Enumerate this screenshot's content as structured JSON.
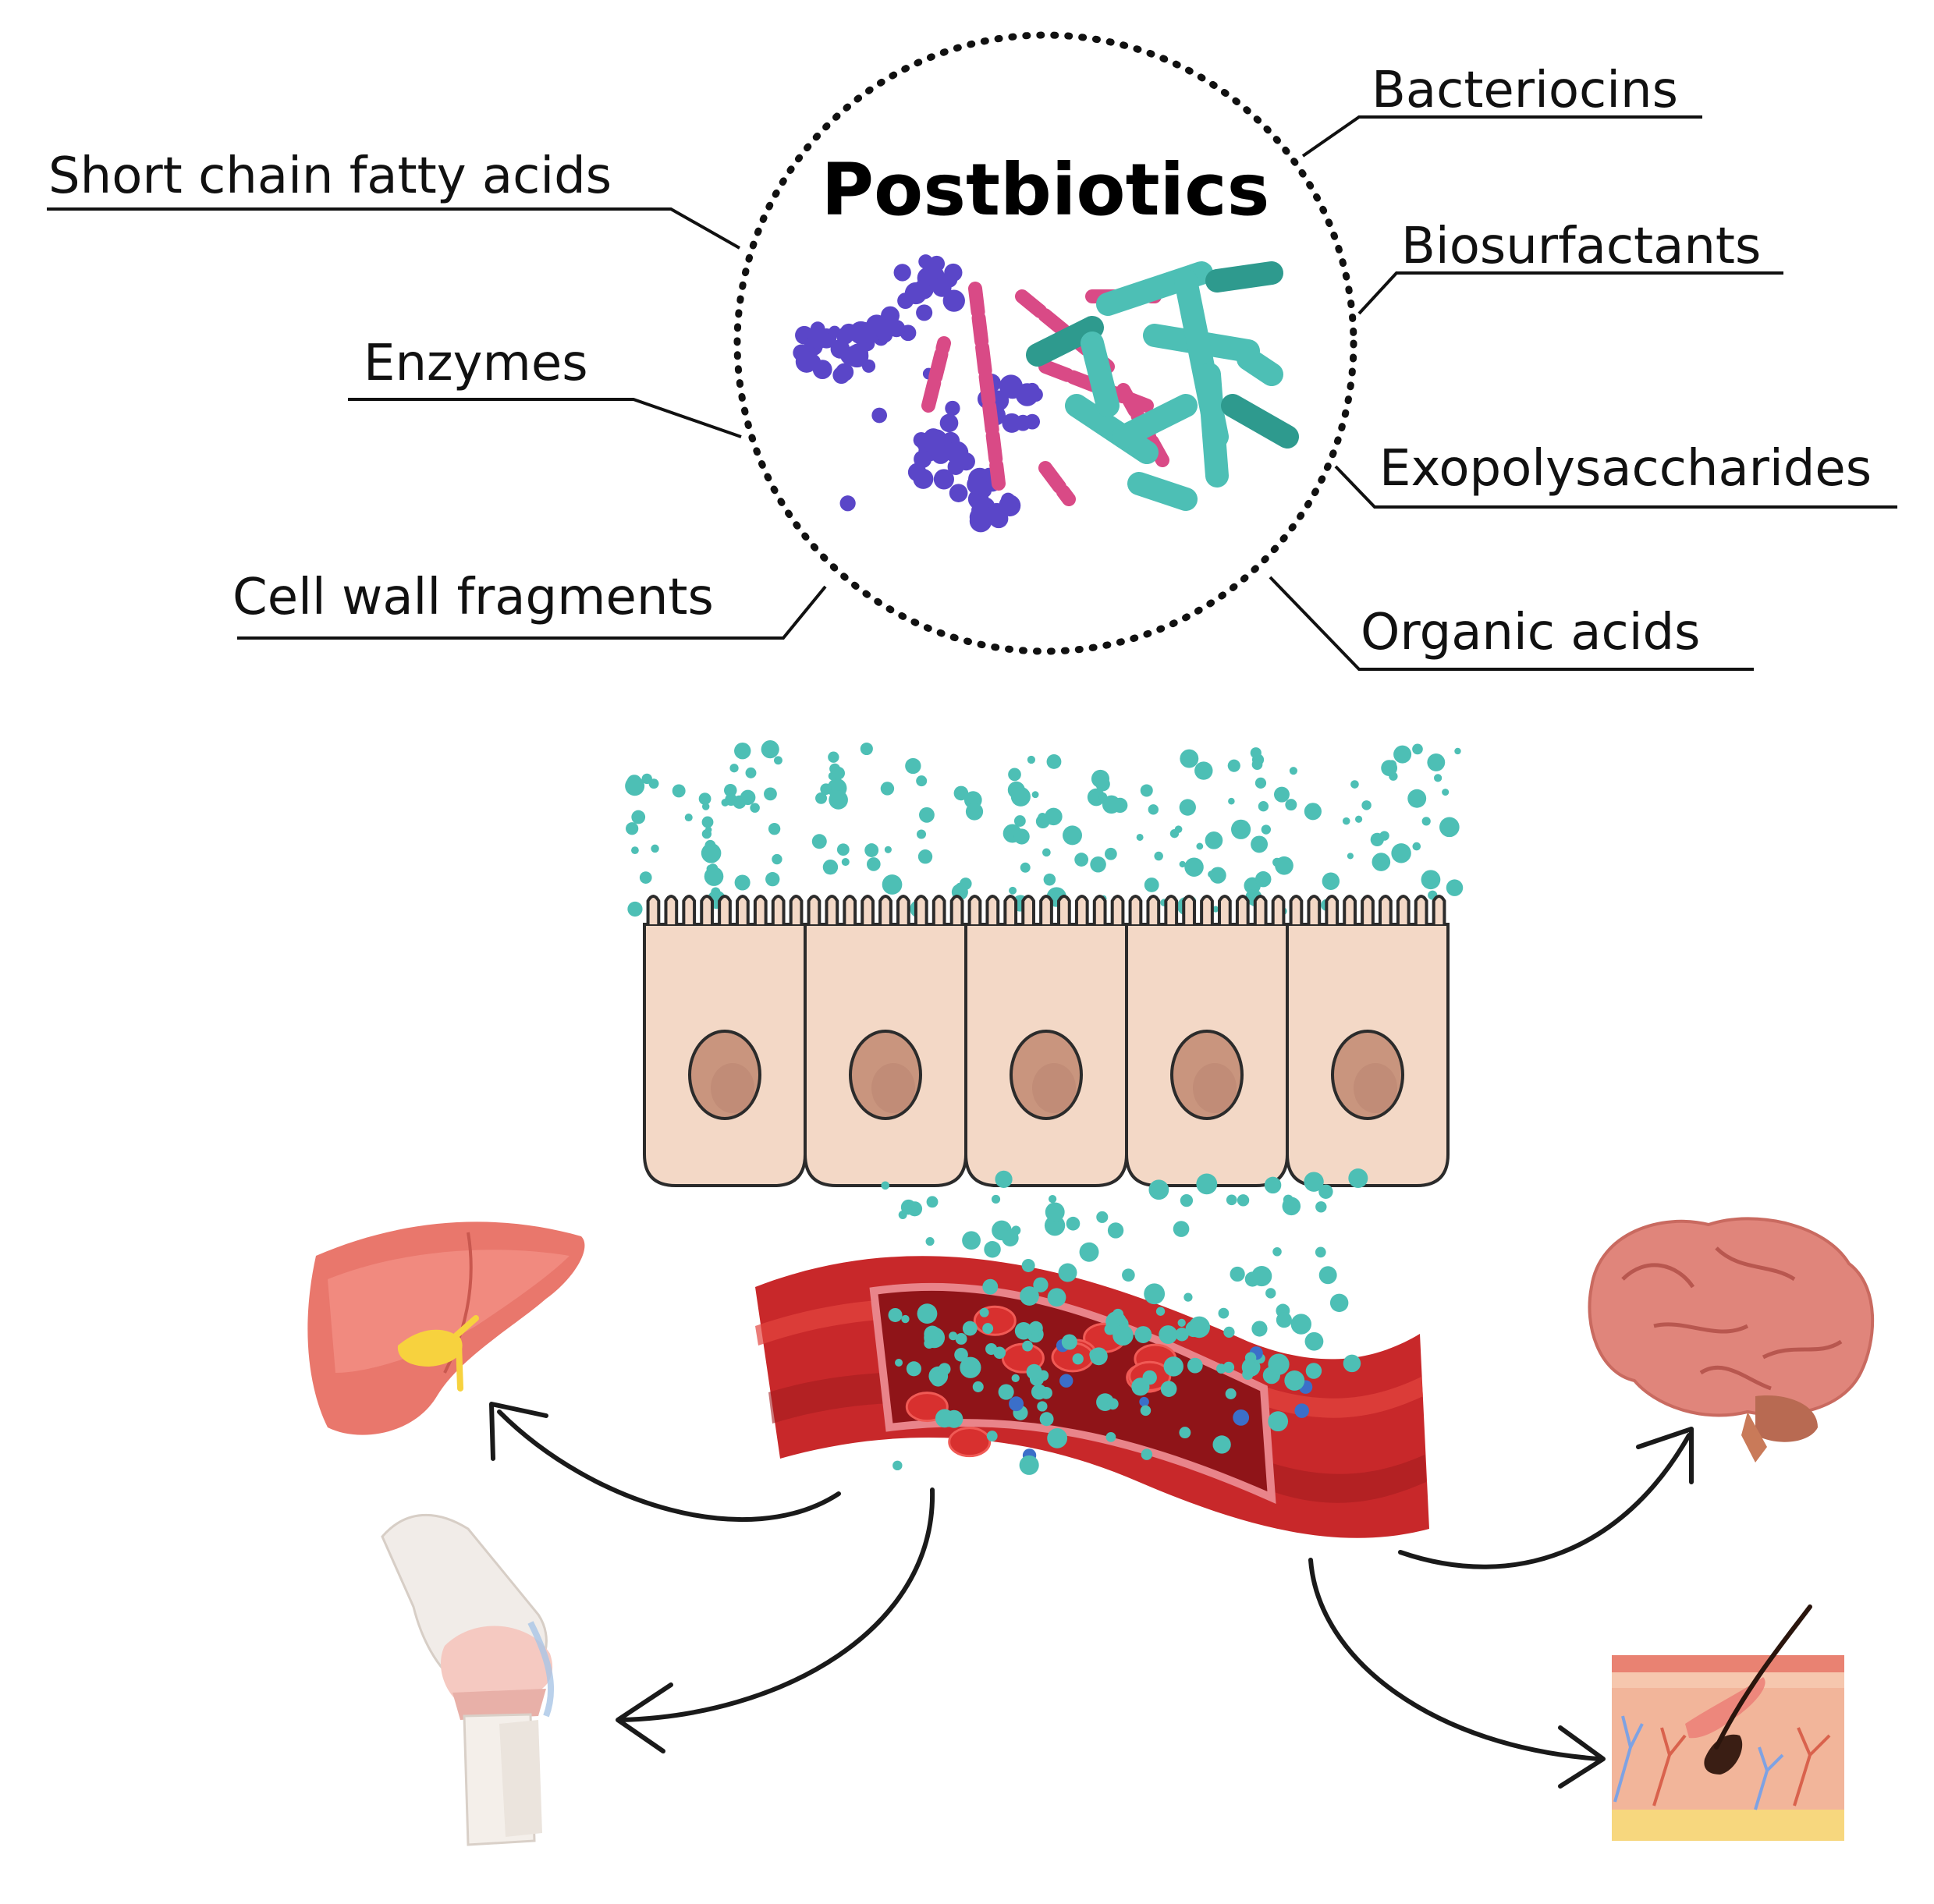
{
  "diagram": {
    "title": "Postbiotics",
    "components_left": [
      {
        "id": "scfa",
        "label": "Short chain fatty acids"
      },
      {
        "id": "enzymes",
        "label": "Enzymes"
      },
      {
        "id": "cellwall",
        "label": "Cell wall fragments"
      }
    ],
    "components_right": [
      {
        "id": "bacteriocins",
        "label": "Bacteriocins"
      },
      {
        "id": "biosurfactants",
        "label": "Biosurfactants"
      },
      {
        "id": "exopoly",
        "label": "Exopolysaccharides"
      },
      {
        "id": "organic",
        "label": "Organic acids"
      }
    ],
    "targets": [
      {
        "id": "liver",
        "icon": "liver-icon"
      },
      {
        "id": "brain",
        "icon": "brain-icon"
      },
      {
        "id": "knee",
        "icon": "knee-joint-icon"
      },
      {
        "id": "skin",
        "icon": "skin-hair-follicle-icon"
      }
    ],
    "illustrations": [
      "bacteria-cluster-icon",
      "intestinal-epithelium-icon",
      "blood-vessel-icon"
    ],
    "colors": {
      "teal": "#4dbfb5",
      "teal_dark": "#2e9a8e",
      "purple": "#5a46c8",
      "magenta": "#d94a86",
      "cell_fill": "#f3d8c6",
      "nucleus": "#c9957e",
      "vessel": "#c8282a",
      "vessel_dark": "#8f1418",
      "liver": "#e9776c",
      "brain": "#e0857b",
      "skin": "#f2b59a"
    }
  }
}
